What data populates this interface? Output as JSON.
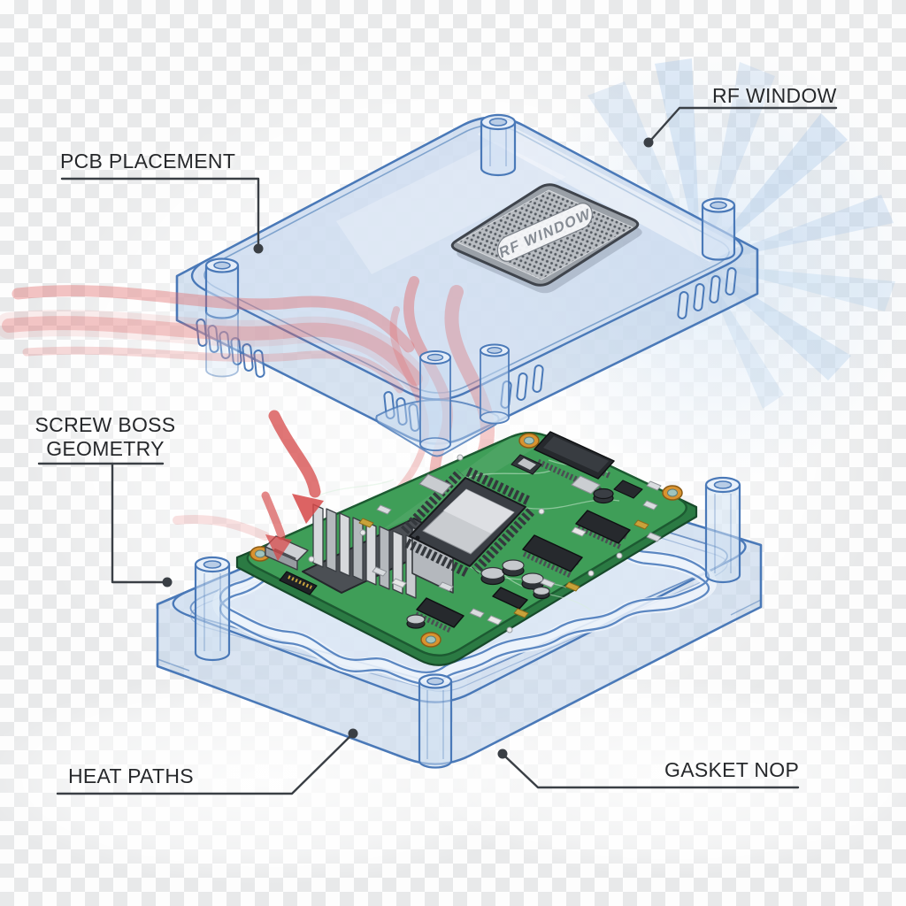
{
  "callouts": {
    "pcb_placement": "PCB PLACEMENT",
    "rf_window": "RF WINDOW",
    "screw_boss_line1": "SCREW BOSS",
    "screw_boss_line2": "GEOMETRY",
    "heat_paths": "HEAT PATHS",
    "gasket": "GASKET NOP"
  },
  "mesh_label": "RF WINDOW",
  "colors": {
    "label_text": "#26282b",
    "leader_line": "#3a3f45",
    "enclosure_outline": "#4a79b8",
    "enclosure_fill": "#cddcf0",
    "pcb_green": "#3f9e58",
    "pcb_edge_green": "#2b7a43",
    "heat_red": "#e06a6a",
    "ray_blue": "#aecbe9",
    "mesh_gray": "#b9bdc2",
    "heatsink_gray": "#c7cace",
    "gold_pad": "#d9932f"
  }
}
